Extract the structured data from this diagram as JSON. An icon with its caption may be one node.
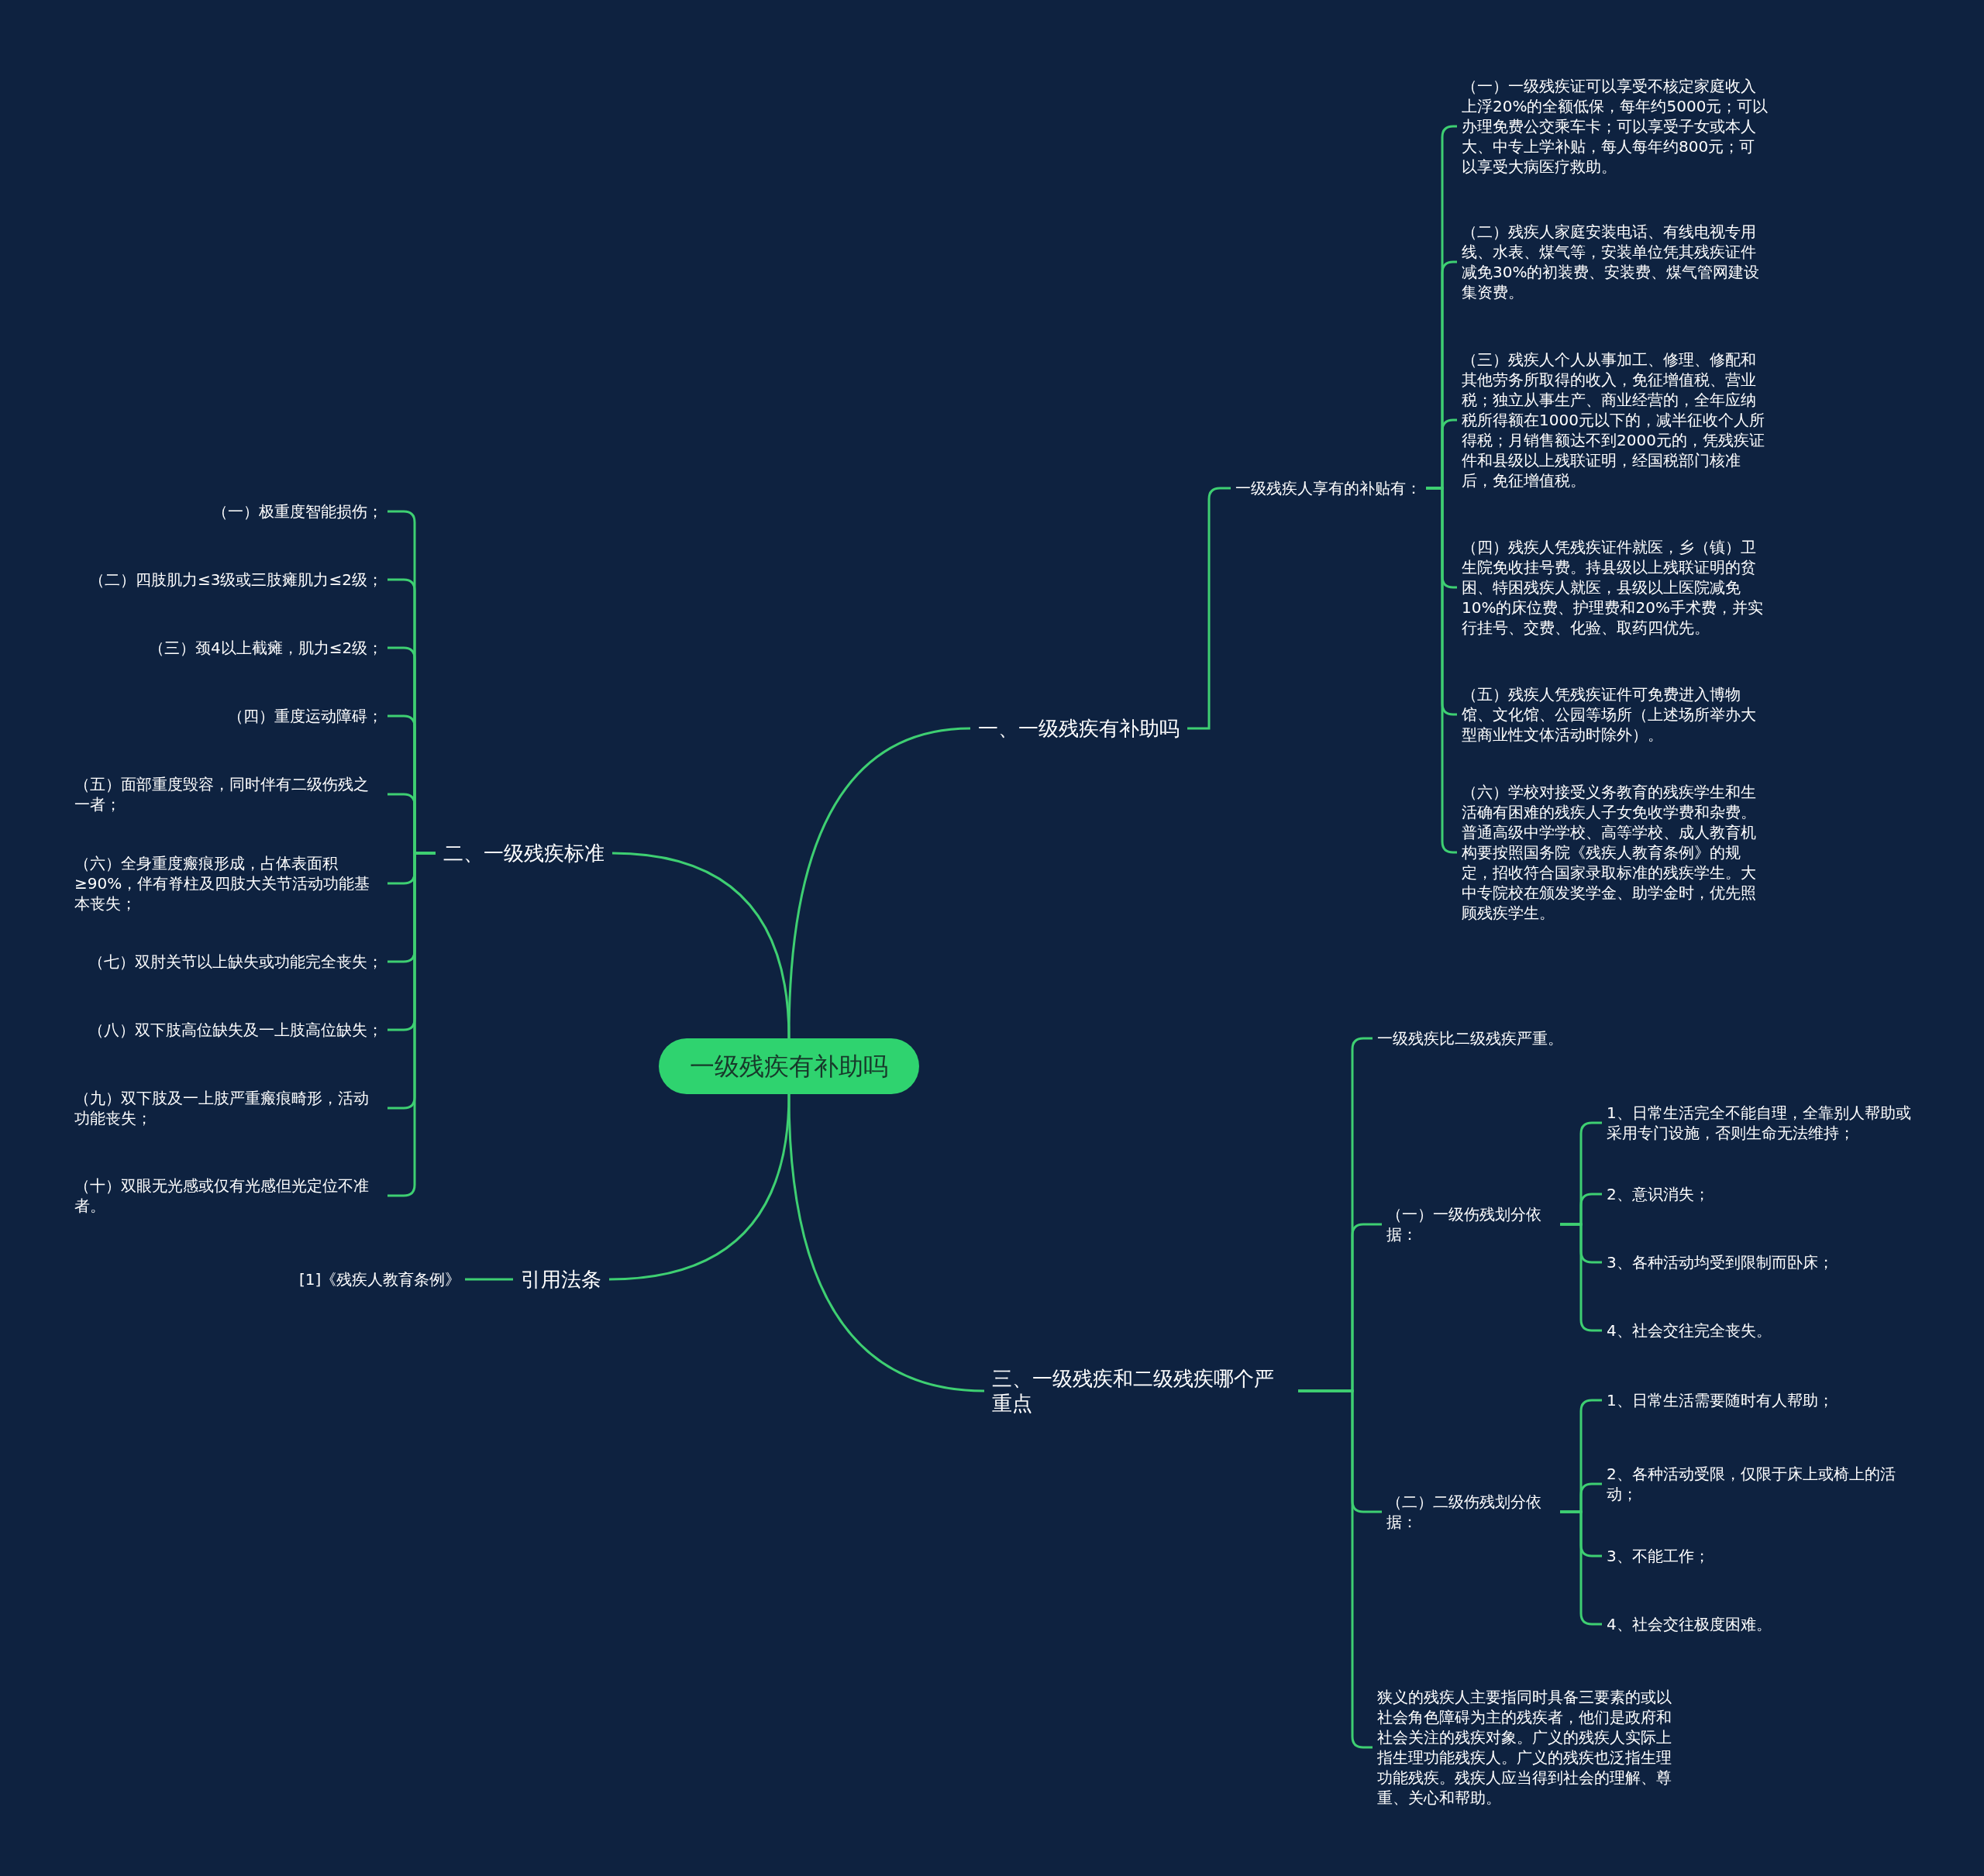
{
  "diagram": {
    "nodes": [
      {
        "text": [
          "一级残疾有补助吗"
        ]
      },
      {
        "text": [
          "一、一级残疾有补助吗"
        ]
      },
      {
        "text": [
          "一级残疾人享有的补贴有："
        ]
      },
      {
        "text": [
          "（一）一级残疾证可以享受不核定家庭收入上浮20%的全额低保，每年约5000元；可以办理免费公交乘车卡；可以享受子女或本人大、中专上学补贴，每人每年约800元；可以享受大病医疗救助。"
        ]
      },
      {
        "text": [
          "（二）残疾人家庭安装电话、有线电视专用线、水表、煤气等，安装单位凭其残疾证件减免30%的初装费、安装费、煤气管网建设集资费。"
        ]
      },
      {
        "text": [
          "（三）残疾人个人从事加工、修理、修配和其他劳务所取得的收入，免征增值税、营业税；独立从事生产、商业经营的，全年应纳税所得额在1000元以下的，减半征收个人所得税；月销售额达不到2000元的，凭残疾证件和县级以上残联证明，经国税部门核准后，免征增值税。"
        ]
      },
      {
        "text": [
          "（四）残疾人凭残疾证件就医，乡（镇）卫生院免收挂号费。持县级以上残联证明的贫困、特困残疾人就医，县级以上医院减免10%的床位费、护理费和20%手术费，并实行挂号、交费、化验、取药四优先。"
        ]
      },
      {
        "text": [
          "（五）残疾人凭残疾证件可免费进入博物馆、文化馆、公园等场所（上述场所举办大型商业性文体活动时除外）。"
        ]
      },
      {
        "text": [
          "（六）学校对接受义务教育的残疾学生和生活确有困难的残疾人子女免收学费和杂费。普通高级中学学校、高等学校、成人教育机构要按照国务院《残疾人教育条例》的规定，招收符合国家录取标准的残疾学生。大中专院校在颁发奖学金、助学金时，优先照顾残疾学生。"
        ]
      },
      {
        "text": [
          "二、一级残疾标准"
        ]
      },
      {
        "text": [
          "（一）极重度智能损伤；"
        ]
      },
      {
        "text": [
          "（二）四肢肌力≤3级或三肢瘫肌力≤2级；"
        ]
      },
      {
        "text": [
          "（三）颈4以上截瘫，肌力≤2级；"
        ]
      },
      {
        "text": [
          "（四）重度运动障碍；"
        ]
      },
      {
        "text": [
          "（五）面部重度毁容，同时伴有二级伤残之一者；"
        ]
      },
      {
        "text": [
          "（六）全身重度瘢痕形成，占体表面积≥90%，伴有脊柱及四肢大关节活动功能基本丧失；"
        ]
      },
      {
        "text": [
          "（七）双肘关节以上缺失或功能完全丧失；"
        ]
      },
      {
        "text": [
          "（八）双下肢高位缺失及一上肢高位缺失；"
        ]
      },
      {
        "text": [
          "（九）双下肢及一上肢严重瘢痕畸形，活动功能丧失；"
        ]
      },
      {
        "text": [
          "（十）双眼无光感或仅有光感但光定位不准者。"
        ]
      },
      {
        "text": [
          "引用法条"
        ]
      },
      {
        "text": [
          "[1]《残疾人教育条例》"
        ]
      },
      {
        "text": [
          "三、一级残疾和二级残疾哪个严重点"
        ]
      },
      {
        "text": [
          "一级残疾比二级残疾严重。"
        ]
      },
      {
        "text": [
          "（一）一级伤残划分依据："
        ]
      },
      {
        "text": [
          "1、日常生活完全不能自理，全靠别人帮助或采用专门设施，否则生命无法维持；"
        ]
      },
      {
        "text": [
          "2、意识消失；"
        ]
      },
      {
        "text": [
          "3、各种活动均受到限制而卧床；"
        ]
      },
      {
        "text": [
          "4、社会交往完全丧失。"
        ]
      },
      {
        "text": [
          "（二）二级伤残划分依据："
        ]
      },
      {
        "text": [
          "1、日常生活需要随时有人帮助；"
        ]
      },
      {
        "text": [
          "2、各种活动受限，仅限于床上或椅上的活动；"
        ]
      },
      {
        "text": [
          "3、不能工作；"
        ]
      },
      {
        "text": [
          "4、社会交往极度困难。"
        ]
      },
      {
        "text": [
          "狭义的残疾人主要指同时具备三要素的或以社会角色障碍为主的残疾者，他们是政府和社会关注的残疾对象。广义的残疾人实际上指生理功能残疾人。广义的残疾也泛指生理功能残疾。残疾人应当得到社会的理解、尊重、关心和帮助。"
        ]
      }
    ],
    "edges": [
      {
        "from": 0,
        "to": 1,
        "arrow": "none"
      },
      {
        "from": 0,
        "to": 9,
        "arrow": "none"
      },
      {
        "from": 0,
        "to": 20,
        "arrow": "none"
      },
      {
        "from": 0,
        "to": 22,
        "arrow": "none"
      },
      {
        "from": 1,
        "to": 2,
        "arrow": "none"
      },
      {
        "from": 2,
        "to": 3,
        "arrow": "none"
      },
      {
        "from": 2,
        "to": 4,
        "arrow": "none"
      },
      {
        "from": 2,
        "to": 5,
        "arrow": "none"
      },
      {
        "from": 2,
        "to": 6,
        "arrow": "none"
      },
      {
        "from": 2,
        "to": 7,
        "arrow": "none"
      },
      {
        "from": 2,
        "to": 8,
        "arrow": "none"
      },
      {
        "from": 9,
        "to": 10,
        "arrow": "none"
      },
      {
        "from": 9,
        "to": 11,
        "arrow": "none"
      },
      {
        "from": 9,
        "to": 12,
        "arrow": "none"
      },
      {
        "from": 9,
        "to": 13,
        "arrow": "none"
      },
      {
        "from": 9,
        "to": 14,
        "arrow": "none"
      },
      {
        "from": 9,
        "to": 15,
        "arrow": "none"
      },
      {
        "from": 9,
        "to": 16,
        "arrow": "none"
      },
      {
        "from": 9,
        "to": 17,
        "arrow": "none"
      },
      {
        "from": 9,
        "to": 18,
        "arrow": "none"
      },
      {
        "from": 9,
        "to": 19,
        "arrow": "none"
      },
      {
        "from": 20,
        "to": 21,
        "arrow": "none"
      },
      {
        "from": 22,
        "to": 23,
        "arrow": "none"
      },
      {
        "from": 22,
        "to": 24,
        "arrow": "none"
      },
      {
        "from": 22,
        "to": 29,
        "arrow": "none"
      },
      {
        "from": 22,
        "to": 34,
        "arrow": "none"
      },
      {
        "from": 24,
        "to": 25,
        "arrow": "none"
      },
      {
        "from": 24,
        "to": 26,
        "arrow": "none"
      },
      {
        "from": 24,
        "to": 27,
        "arrow": "none"
      },
      {
        "from": 24,
        "to": 28,
        "arrow": "none"
      },
      {
        "from": 29,
        "to": 30,
        "arrow": "none"
      },
      {
        "from": 29,
        "to": 31,
        "arrow": "none"
      },
      {
        "from": 29,
        "to": 32,
        "arrow": "none"
      },
      {
        "from": 29,
        "to": 33,
        "arrow": "none"
      }
    ]
  }
}
